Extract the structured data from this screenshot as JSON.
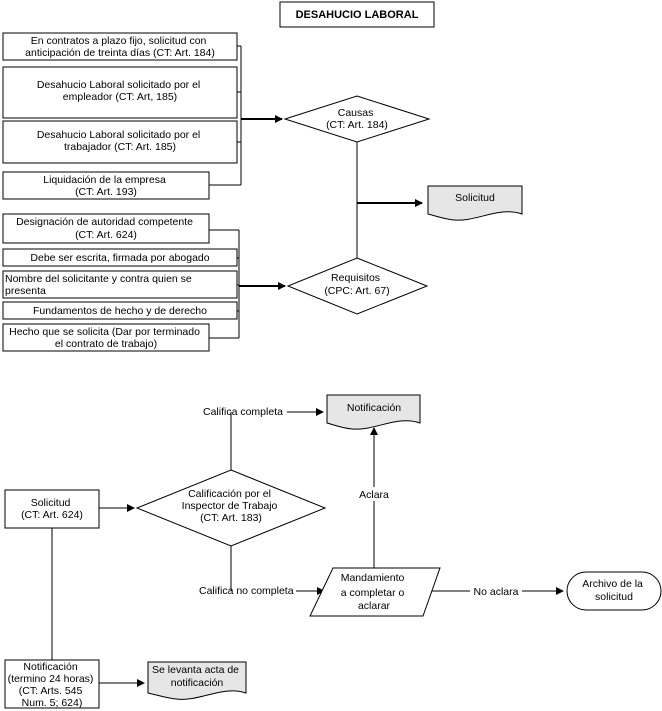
{
  "title": "DESAHUCIO LABORAL",
  "causas_items": [
    [
      "En contratos a plazo fijo, solicitud  con",
      "anticipación de treinta días (CT: Art. 184)"
    ],
    [
      "Desahucio Laboral solicitado por el",
      "empleador (CT: Art, 185)"
    ],
    [
      "Desahucio Laboral solicitado por el",
      "trabajador (CT: Art. 185)"
    ],
    [
      "Liquidación de la empresa",
      "(CT: Art. 193)"
    ]
  ],
  "causas_decision": [
    "Causas",
    "(CT: Art. 184)"
  ],
  "solicitud_doc": "Solicitud",
  "requisitos_items": [
    [
      "Designación de autoridad  competente",
      "(CT: Art.  624)"
    ],
    [
      "Debe ser escrita, firmada por abogado"
    ],
    [
      "Nombre del solicitante y contra quien se",
      "presenta"
    ],
    [
      "Fundamentos de hecho y de derecho"
    ],
    [
      "Hecho que se solicita (Dar por terminado",
      "el contrato de trabajo)"
    ]
  ],
  "requisitos_decision": [
    "Requisitos",
    "(CPC: Art. 67)"
  ],
  "flow": {
    "solicitud_box": [
      "Solicitud",
      "(CT: Art. 624)"
    ],
    "calificacion": [
      "Calificación por el",
      "Inspector de Trabajo",
      "(CT: Art. 183)"
    ],
    "label_completa": "Califica completa",
    "notificacion_doc": "Notificación",
    "label_no_completa": "Califica no completa",
    "mandamiento": [
      "Mandamiento",
      "a completar o",
      "aclarar"
    ],
    "label_aclara": "Aclara",
    "label_no_aclara": "No aclara",
    "archivo": [
      "Archivo de la",
      "solicitud"
    ],
    "notificacion_box": [
      "Notificación",
      "(termino 24 horas)",
      "(CT: Arts. 545",
      "Num. 5; 624)"
    ],
    "acta_doc": [
      "Se levanta acta de",
      "notificación"
    ]
  }
}
